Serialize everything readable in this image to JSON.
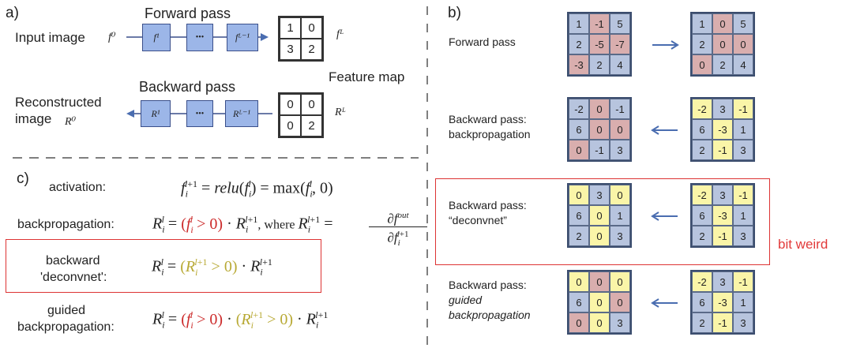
{
  "panel_a": {
    "label": "a)",
    "forward_title": "Forward pass",
    "backward_title": "Backward pass",
    "input_label": "Input image",
    "input_sym": "f⁰",
    "recon_label_1": "Reconstructed",
    "recon_label_2": "image",
    "recon_sym": "R⁰",
    "layers_fwd": [
      "f¹",
      "•••",
      "fᴸ⁻¹"
    ],
    "layers_bwd": [
      "R¹",
      "•••",
      "Rᴸ⁻¹"
    ],
    "fmap_fwd": [
      "1",
      "0",
      "3",
      "2"
    ],
    "fmap_fwd_sym": "fᴸ",
    "fmap_bwd": [
      "0",
      "0",
      "0",
      "2"
    ],
    "fmap_bwd_sym": "Rᴸ",
    "feature_map_label": "Feature map"
  },
  "panel_c": {
    "label": "c)",
    "rows": [
      {
        "name": "activation:"
      },
      {
        "name": "backpropagation:"
      },
      {
        "name_1": "backward",
        "name_2": "'deconvnet':"
      },
      {
        "name_1": "guided",
        "name_2": "backpropagation:"
      }
    ],
    "where_text": "where"
  },
  "panel_b": {
    "label": "b)",
    "rows": [
      {
        "label_lines": [
          "Forward pass"
        ],
        "left": {
          "values": [
            "1",
            "-1",
            "5",
            "2",
            "-5",
            "-7",
            "-3",
            "2",
            "4"
          ],
          "colors": [
            "b",
            "r",
            "b",
            "b",
            "r",
            "r",
            "r",
            "b",
            "b"
          ]
        },
        "right": {
          "values": [
            "1",
            "0",
            "5",
            "2",
            "0",
            "0",
            "0",
            "2",
            "4"
          ],
          "colors": [
            "b",
            "r",
            "b",
            "b",
            "r",
            "r",
            "r",
            "b",
            "b"
          ]
        },
        "arrow": "right"
      },
      {
        "label_lines": [
          "Backward pass:",
          "backpropagation"
        ],
        "left": {
          "values": [
            "-2",
            "0",
            "-1",
            "6",
            "0",
            "0",
            "0",
            "-1",
            "3"
          ],
          "colors": [
            "b",
            "r",
            "b",
            "b",
            "r",
            "r",
            "r",
            "b",
            "b"
          ]
        },
        "right": {
          "values": [
            "-2",
            "3",
            "-1",
            "6",
            "-3",
            "1",
            "2",
            "-1",
            "3"
          ],
          "colors": [
            "y",
            "b",
            "y",
            "b",
            "y",
            "b",
            "b",
            "y",
            "b"
          ]
        },
        "arrow": "left"
      },
      {
        "label_lines": [
          "Backward pass:",
          "“deconvnet”"
        ],
        "left": {
          "values": [
            "0",
            "3",
            "0",
            "6",
            "0",
            "1",
            "2",
            "0",
            "3"
          ],
          "colors": [
            "y",
            "b",
            "y",
            "b",
            "y",
            "b",
            "b",
            "y",
            "b"
          ]
        },
        "right": {
          "values": [
            "-2",
            "3",
            "-1",
            "6",
            "-3",
            "1",
            "2",
            "-1",
            "3"
          ],
          "colors": [
            "y",
            "b",
            "y",
            "b",
            "y",
            "b",
            "b",
            "y",
            "b"
          ]
        },
        "arrow": "left"
      },
      {
        "label_lines": [
          "Backward pass:",
          "guided",
          "backpropagation"
        ],
        "left": {
          "values": [
            "0",
            "0",
            "0",
            "6",
            "0",
            "0",
            "0",
            "0",
            "3"
          ],
          "colors": [
            "y",
            "r",
            "y",
            "b",
            "y",
            "r",
            "r",
            "y",
            "b"
          ]
        },
        "right": {
          "values": [
            "-2",
            "3",
            "-1",
            "6",
            "-3",
            "1",
            "2",
            "-1",
            "3"
          ],
          "colors": [
            "y",
            "b",
            "y",
            "b",
            "y",
            "b",
            "b",
            "y",
            "b"
          ]
        },
        "arrow": "left"
      }
    ]
  },
  "annotation": {
    "text": "bit weird",
    "color": "#e23a3a"
  },
  "colors": {
    "blue_cell": "#b7c4de",
    "red_cell": "#d9aeae",
    "yellow_cell": "#faf5a8",
    "layer_fill": "#9cb6e8",
    "highlight_box": "#dd3333",
    "arrow": "#4a6db0"
  }
}
